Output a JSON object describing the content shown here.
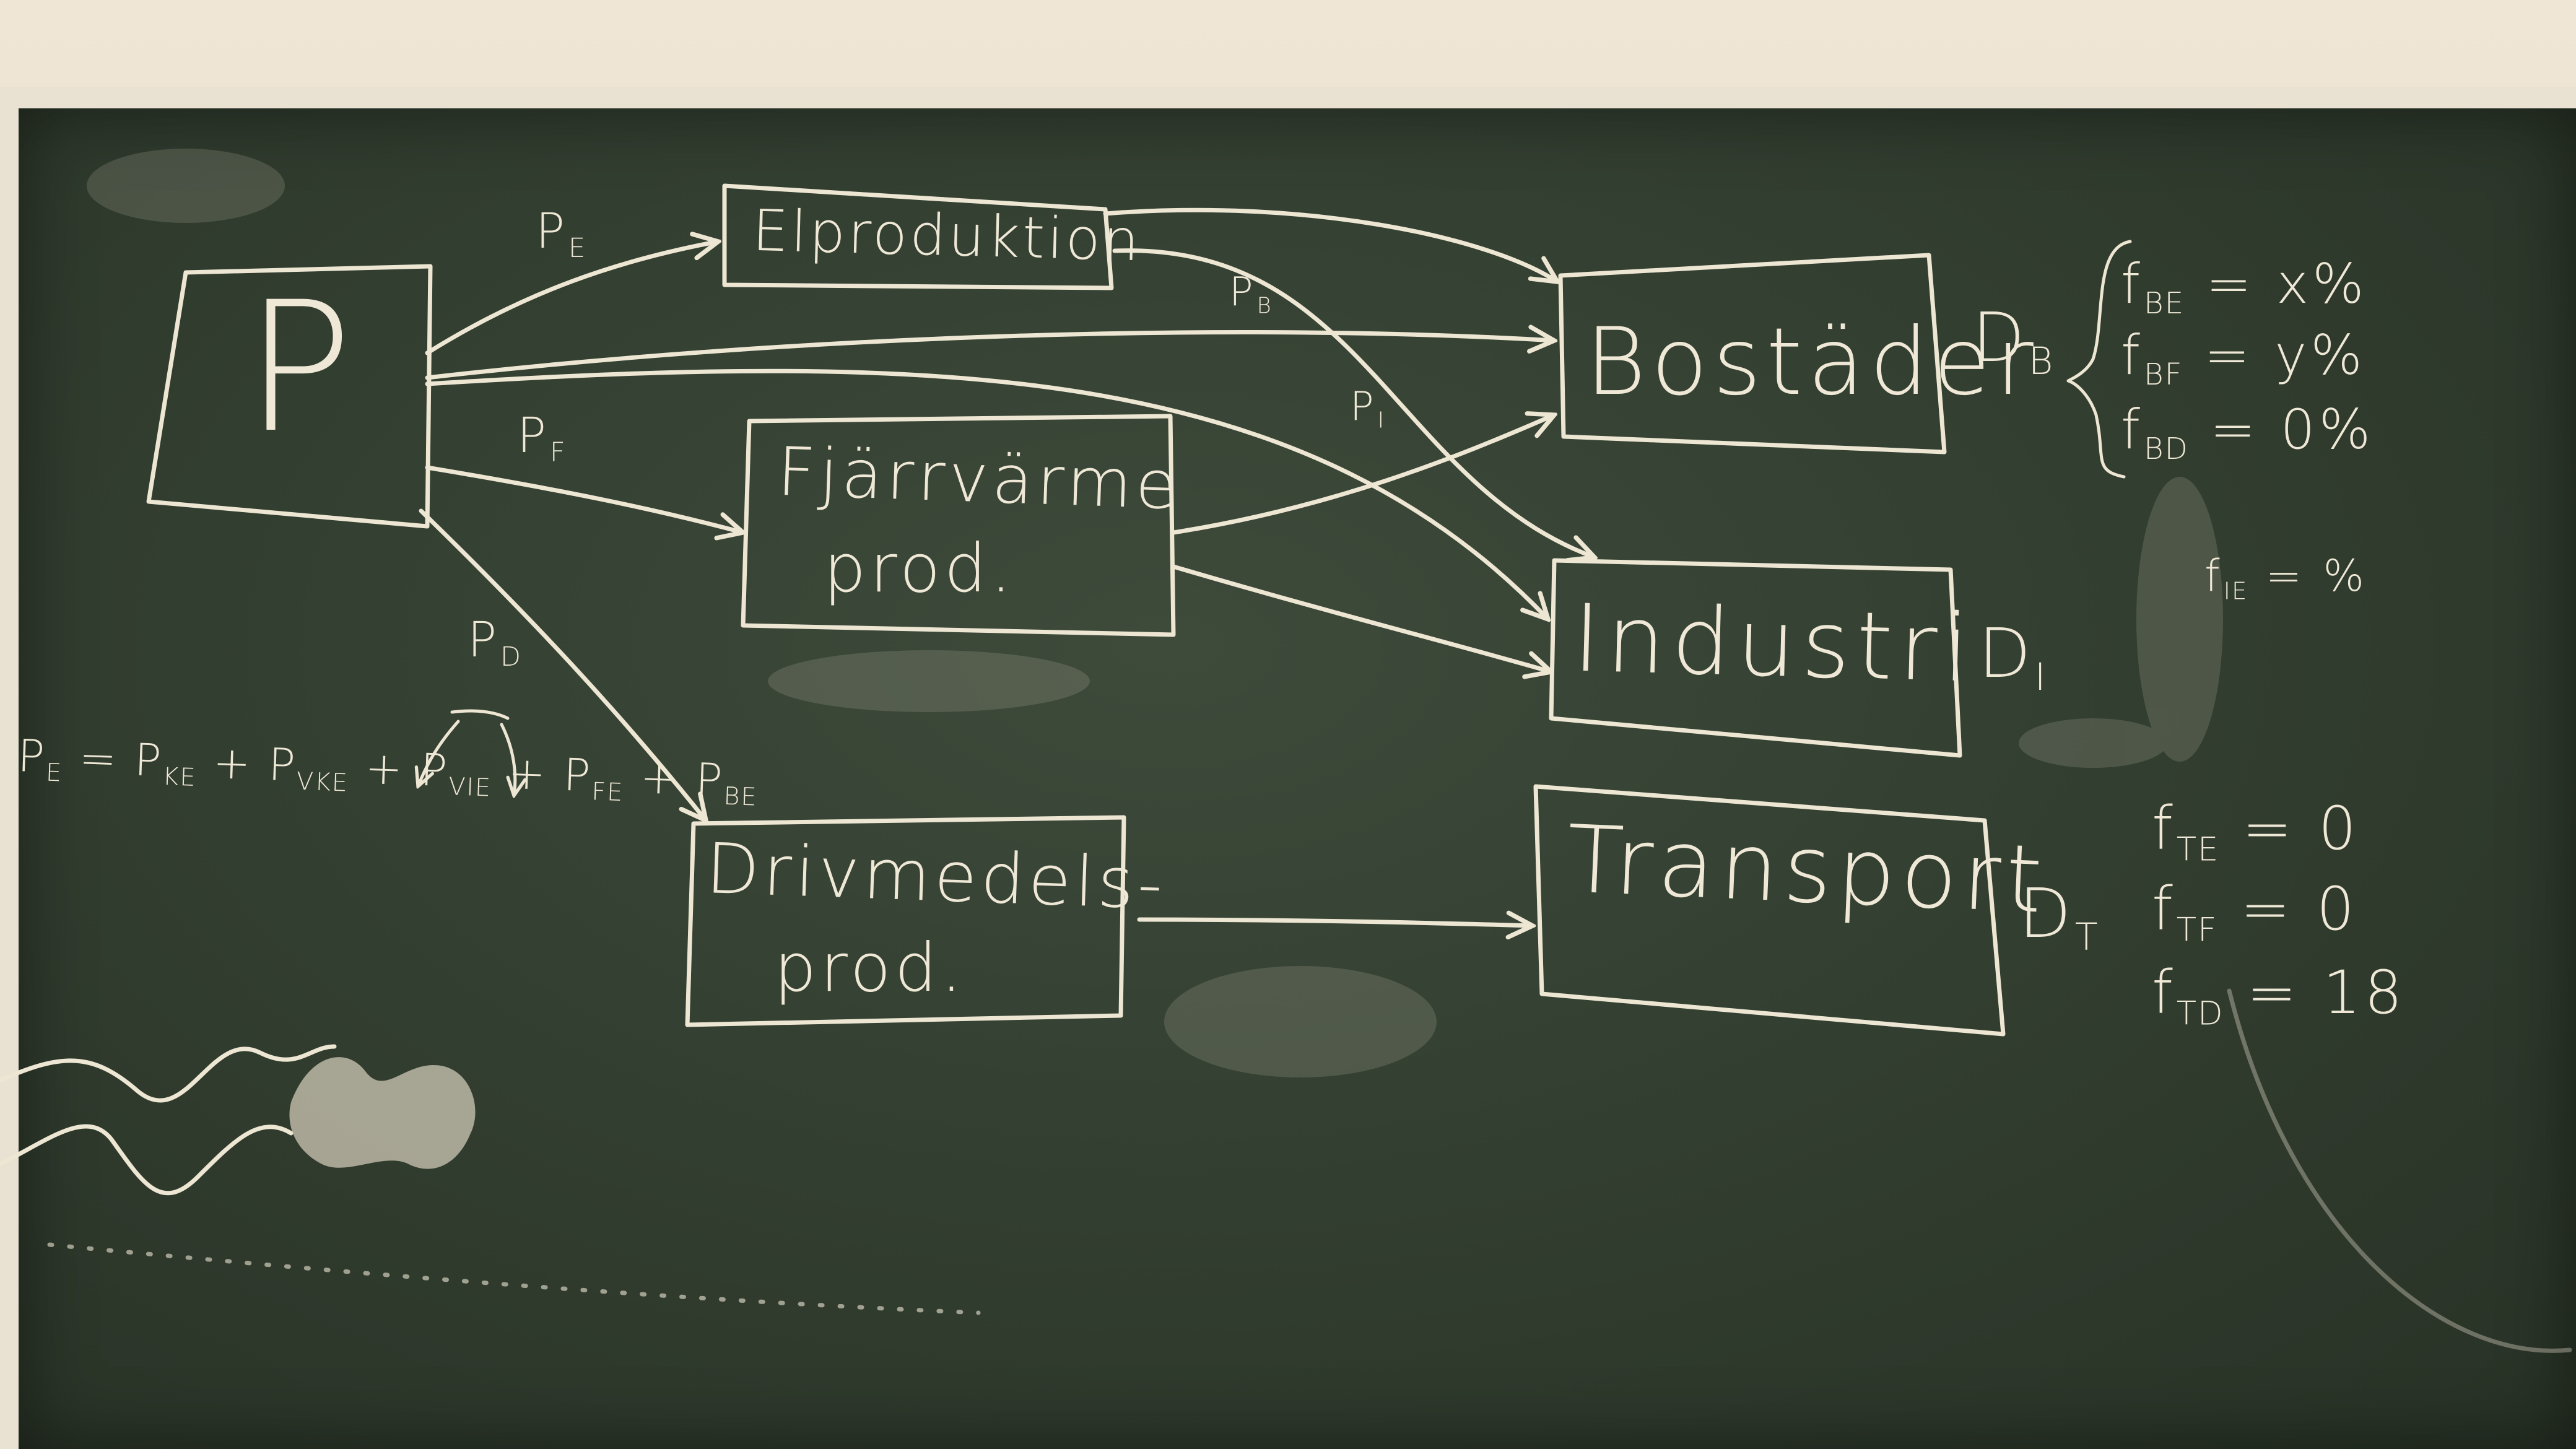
{
  "boxes": {
    "source": "P",
    "elproduktion": "Elproduktion",
    "fjarrvarme_line1": "Fjärrvärme",
    "fjarrvarme_line2": "prod.",
    "drivmedel_line1": "Drivmedels-",
    "drivmedel_line2": "prod.",
    "bostader": "Bostäder",
    "industri": "Industri",
    "transport": "Transport"
  },
  "flow_labels": {
    "pe": {
      "main": "P",
      "sub": "E"
    },
    "pf": {
      "main": "P",
      "sub": "F"
    },
    "pd": {
      "main": "P",
      "sub": "D"
    },
    "pb": {
      "main": "P",
      "sub": "B"
    },
    "pi": {
      "main": "P",
      "sub": "I"
    }
  },
  "demand_labels": {
    "db": {
      "main": "D",
      "sub": "B"
    },
    "di": {
      "main": "D",
      "sub": "I"
    },
    "dt": {
      "main": "D",
      "sub": "T"
    }
  },
  "equation": {
    "lhs": "P",
    "lhs_sub": "E",
    "eq": "=",
    "t1": "P",
    "t1_sub": "KE",
    "t2": "P",
    "t2_sub": "VKE",
    "t3": "P",
    "t3_sub": "VIE",
    "t4": "P",
    "t4_sub": "FE",
    "t5": "P",
    "t5_sub": "BE",
    "plus": "+"
  },
  "fractions_b": [
    {
      "main": "f",
      "sub": "BE",
      "value": "= x%"
    },
    {
      "main": "f",
      "sub": "BF",
      "value": "= y%"
    },
    {
      "main": "f",
      "sub": "BD",
      "value": "= 0%"
    }
  ],
  "fraction_i": {
    "main": "f",
    "sub": "IE",
    "value": "= %"
  },
  "fractions_t": [
    {
      "main": "f",
      "sub": "TE",
      "value": "= 0"
    },
    {
      "main": "f",
      "sub": "TF",
      "value": "= 0"
    },
    {
      "main": "f",
      "sub": "TD",
      "value": "= 18"
    }
  ],
  "colors": {
    "board": "#333f31",
    "chalk": "#ede6d3",
    "frame": "#e9e2d2"
  }
}
